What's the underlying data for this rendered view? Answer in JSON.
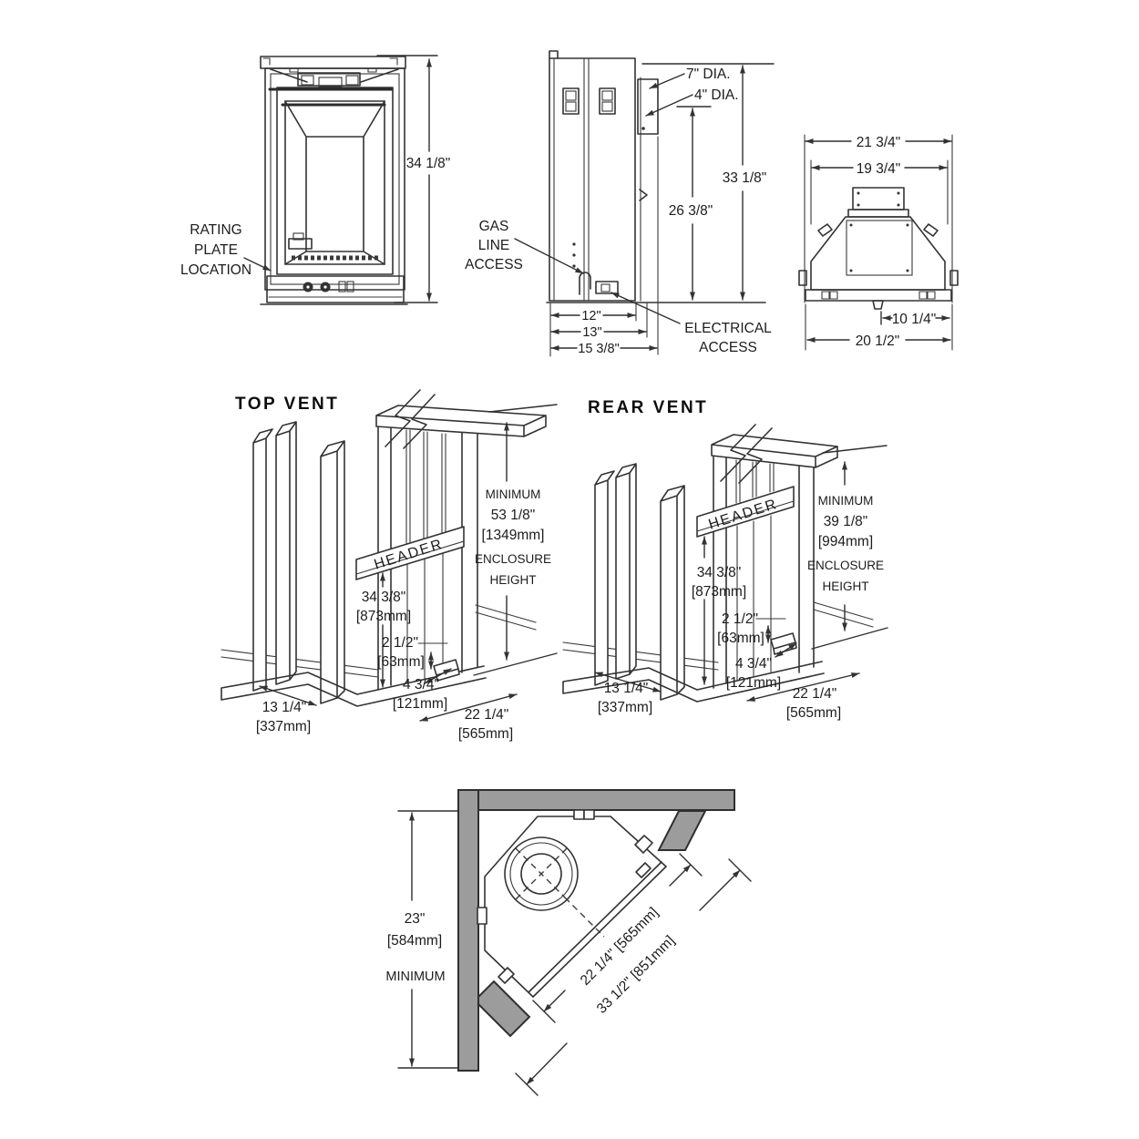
{
  "colors": {
    "wall_gray": "#9c9c9c",
    "line": "#333333"
  },
  "front_view": {
    "height_dim": "34 1/8\"",
    "rating_plate": [
      "RATING",
      "PLATE",
      "LOCATION"
    ]
  },
  "side_view": {
    "flue_dia": "7\" DIA.",
    "inner_dia": "4\" DIA.",
    "overall_height": "33 1/8\"",
    "vent_height": "26 3/8\"",
    "gas_line": [
      "GAS",
      "LINE",
      "ACCESS"
    ],
    "electrical": [
      "ELECTRICAL",
      "ACCESS"
    ],
    "depth_1": "12\"",
    "depth_2": "13\"",
    "depth_3": "15 3/8\""
  },
  "rear_view": {
    "width_outer": "21 3/4\"",
    "width_inner": "19 3/4\"",
    "offset_right": "10 1/4\"",
    "width_base": "20 1/2\""
  },
  "top_vent": {
    "title": "TOP VENT",
    "header_label": "HEADER",
    "enclosure": [
      "MINIMUM",
      "53 1/8\"",
      "[1349mm]",
      "ENCLOSURE",
      "HEIGHT"
    ],
    "header_height": [
      "34 3/8\"",
      "[873mm]"
    ],
    "spacer": [
      "2 1/2\"",
      "[63mm]"
    ],
    "sill_depth": [
      "4 3/4\"",
      "[121mm]"
    ],
    "side_depth": [
      "13 1/4\"",
      "[337mm]"
    ],
    "front_width": [
      "22 1/4\"",
      "[565mm]"
    ]
  },
  "rear_vent": {
    "title": "REAR VENT",
    "header_label": "HEADER",
    "enclosure": [
      "MINIMUM",
      "39 1/8\"",
      "[994mm]",
      "ENCLOSURE",
      "HEIGHT"
    ],
    "header_height": [
      "34 3/8\"",
      "[873mm]"
    ],
    "spacer": [
      "2 1/2\"",
      "[63mm]"
    ],
    "sill_depth": [
      "4 3/4\"",
      "[121mm]"
    ],
    "side_depth": [
      "13 1/4\"",
      "[337mm]"
    ],
    "front_width": [
      "22 1/4\"",
      "[565mm]"
    ]
  },
  "corner": {
    "min_depth": [
      "23\"",
      "[584mm]",
      "MINIMUM"
    ],
    "front_width": "22 1/4\" [565mm]",
    "wall_width": "33 1/2\" [851mm]"
  }
}
